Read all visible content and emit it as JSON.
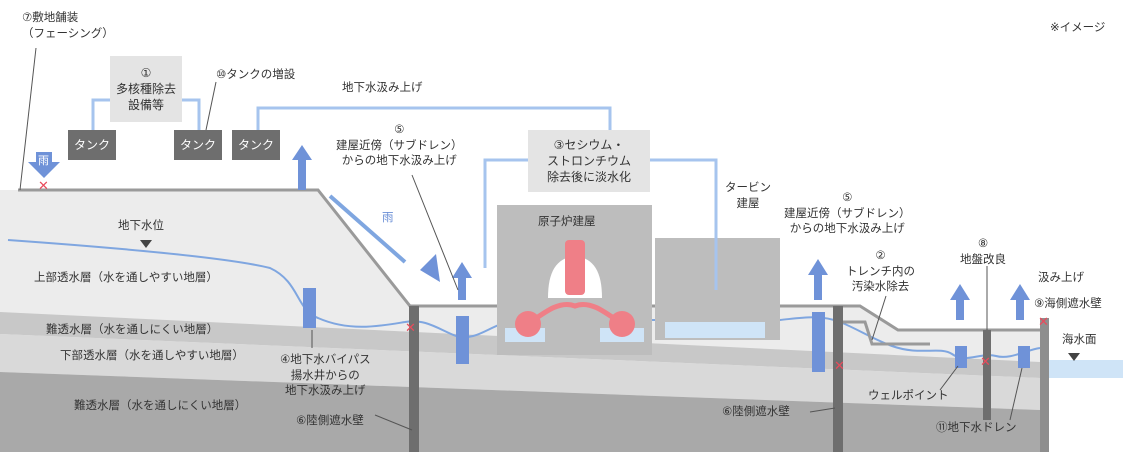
{
  "note": "※イメージ",
  "labels": {
    "paving_1": "⑦敷地舗装",
    "paving_2": "（フェーシング）",
    "alps_1": "①",
    "alps_2": "多核種除去",
    "alps_3": "設備等",
    "tank_add": "⑩タンクの増設",
    "tank": "タンク",
    "rain": "雨",
    "gw_pump_up": "地下水汲み上げ",
    "subdrain_l_1": "⑤",
    "subdrain_l_2": "建屋近傍（サブドレン）",
    "subdrain_l_3": "からの地下水汲み上げ",
    "cs_1": "③セシウム・",
    "cs_2": "ストロンチウム",
    "cs_3": "除去後に淡水化",
    "turbine_1": "タービン",
    "turbine_2": "建屋",
    "subdrain_r_1": "⑤",
    "subdrain_r_2": "建屋近傍（サブドレン）",
    "subdrain_r_3": "からの地下水汲み上げ",
    "gw_level": "地下水位",
    "reactor": "原子炉建屋",
    "trench_1": "②",
    "trench_2": "トレンチ内の",
    "trench_3": "汚染水除去",
    "ground_1": "⑧",
    "ground_2": "地盤改良",
    "pump_up": "汲み上げ",
    "sea_wall": "⑨海側遮水壁",
    "sea_level": "海水面",
    "upper_aquifer": "上部透水層（水を通しやすい地層）",
    "aquitard_1": "難透水層（水を通しにくい地層）",
    "lower_aquifer": "下部透水層（水を通しやすい地層）",
    "aquitard_2": "難透水層（水を通しにくい地層）",
    "bypass_1": "④地下水バイパス",
    "bypass_2": "揚水井からの",
    "bypass_3": "地下水汲み上げ",
    "land_wall_l": "⑥陸側遮水壁",
    "land_wall_r": "⑥陸側遮水壁",
    "wellpoint": "ウェルポイント",
    "gw_drain": "⑪地下水ドレン"
  },
  "colors": {
    "water": "#7fa6e0",
    "pipe": "#a6c4ee",
    "contaminated": "#ef7f87",
    "stop": "#e94b5c"
  }
}
